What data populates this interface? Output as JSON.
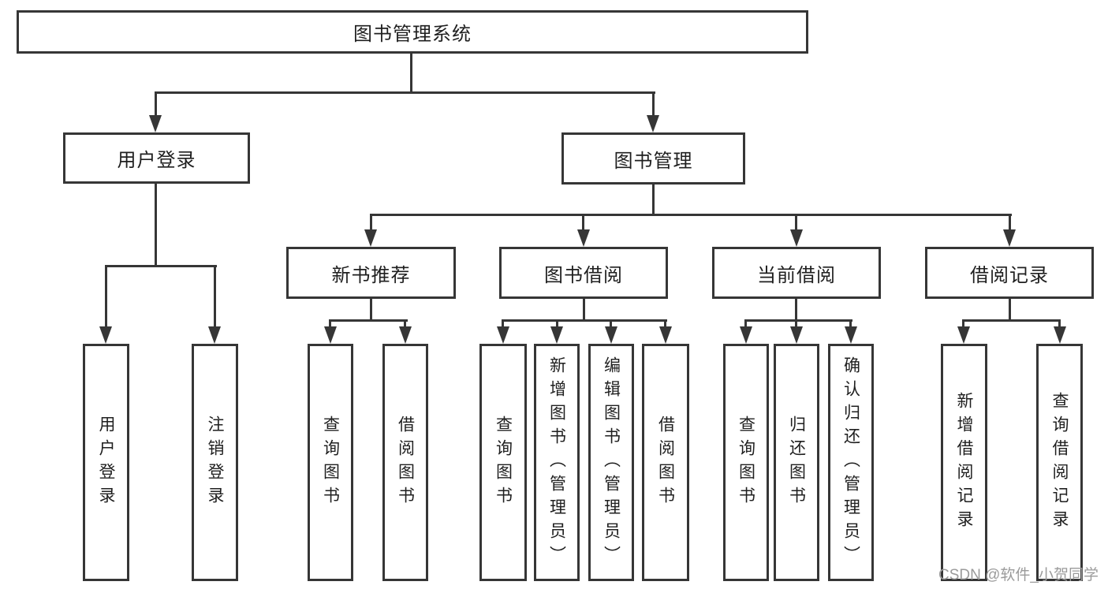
{
  "tree": {
    "label": "图书管理系统",
    "children": [
      {
        "label": "用户登录",
        "children": [
          {
            "label": "用户登录"
          },
          {
            "label": "注销登录"
          }
        ]
      },
      {
        "label": "图书管理",
        "children": [
          {
            "label": "新书推荐",
            "children": [
              {
                "label": "查询图书"
              },
              {
                "label": "借阅图书"
              }
            ]
          },
          {
            "label": "图书借阅",
            "children": [
              {
                "label": "查询图书"
              },
              {
                "label": "新增图书（管理员）"
              },
              {
                "label": "编辑图书（管理员）"
              },
              {
                "label": "借阅图书"
              }
            ]
          },
          {
            "label": "当前借阅",
            "children": [
              {
                "label": "查询图书"
              },
              {
                "label": "归还图书"
              },
              {
                "label": "确认归还（管理员）"
              }
            ]
          },
          {
            "label": "借阅记录",
            "children": [
              {
                "label": "新增借阅记录"
              },
              {
                "label": "查询借阅记录"
              }
            ]
          }
        ]
      }
    ]
  },
  "watermark": {
    "text": "CSDN @软件_小贺同学"
  },
  "colors": {
    "line": "#363636",
    "box_border": "#363636",
    "text": "#1f1f1f",
    "watermark": "#9b9b9b",
    "background": "#ffffff"
  }
}
